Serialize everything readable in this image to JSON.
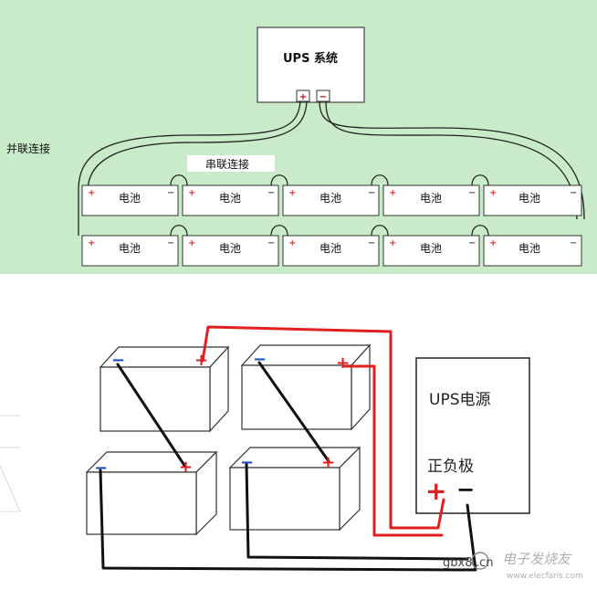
{
  "top_diagram": {
    "ups_label": "UPS 系统",
    "plus_sign": "+",
    "minus_sign": "−",
    "parallel_label": "并联连接",
    "series_label": "串联连接",
    "battery_label": "电池",
    "colors": {
      "panel_bg": "#c9ebc9",
      "battery_border": "#333333",
      "plus": "#cc0000",
      "wire": "#222222"
    }
  },
  "bottom_diagram": {
    "ups_label": "UPS电源",
    "terminals_label": "正负极",
    "plus_sign": "+",
    "minus_sign": "−",
    "colors": {
      "plus_wire": "#e02020",
      "minus_wire": "#111111",
      "plus_sign": "#e02020",
      "minus_sign": "#1a4fc0"
    }
  },
  "watermark": {
    "left": "gbx8",
    "right": ".cn",
    "logo_text": "电子发烧友",
    "site": "www.elecfans.com"
  }
}
